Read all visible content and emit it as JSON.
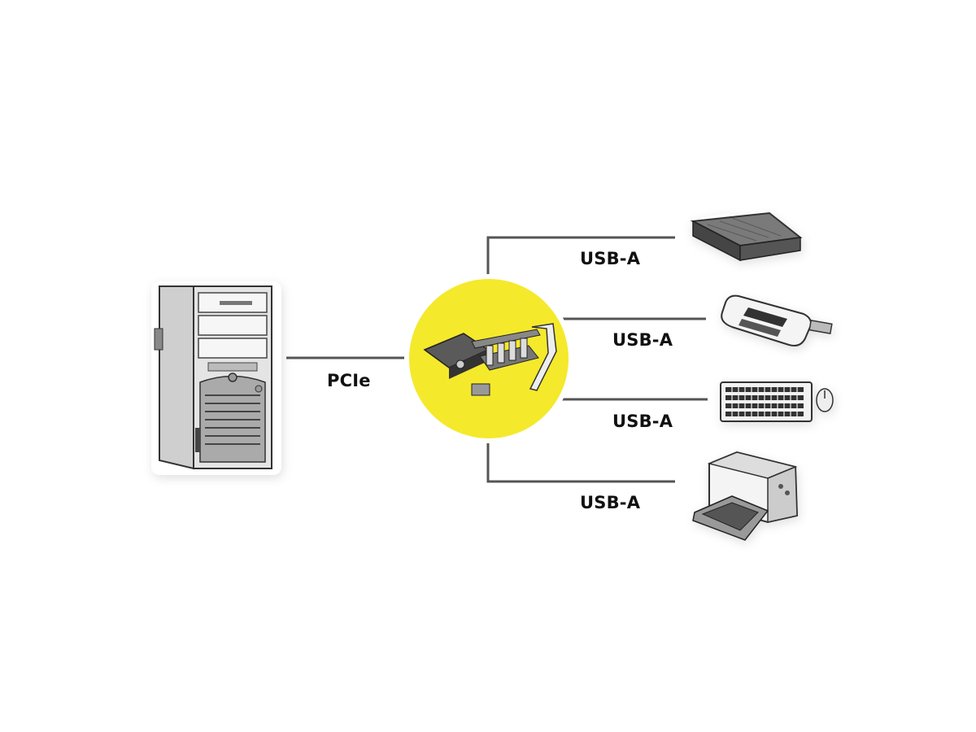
{
  "colors": {
    "hub_fill": "#f5e92c",
    "line": "#555555",
    "label_text": "#111111",
    "background": "#ffffff"
  },
  "diagram": {
    "source": {
      "icon": "desktop-tower-icon",
      "link_label": "PCIe"
    },
    "hub": {
      "icon": "pcie-usb-card-icon"
    },
    "outputs": [
      {
        "icon": "external-hard-drive-icon",
        "link_label": "USB-A"
      },
      {
        "icon": "card-reader-icon",
        "link_label": "USB-A"
      },
      {
        "icon": "keyboard-mouse-icon",
        "link_label": "USB-A"
      },
      {
        "icon": "printer-icon",
        "link_label": "USB-A"
      }
    ]
  }
}
